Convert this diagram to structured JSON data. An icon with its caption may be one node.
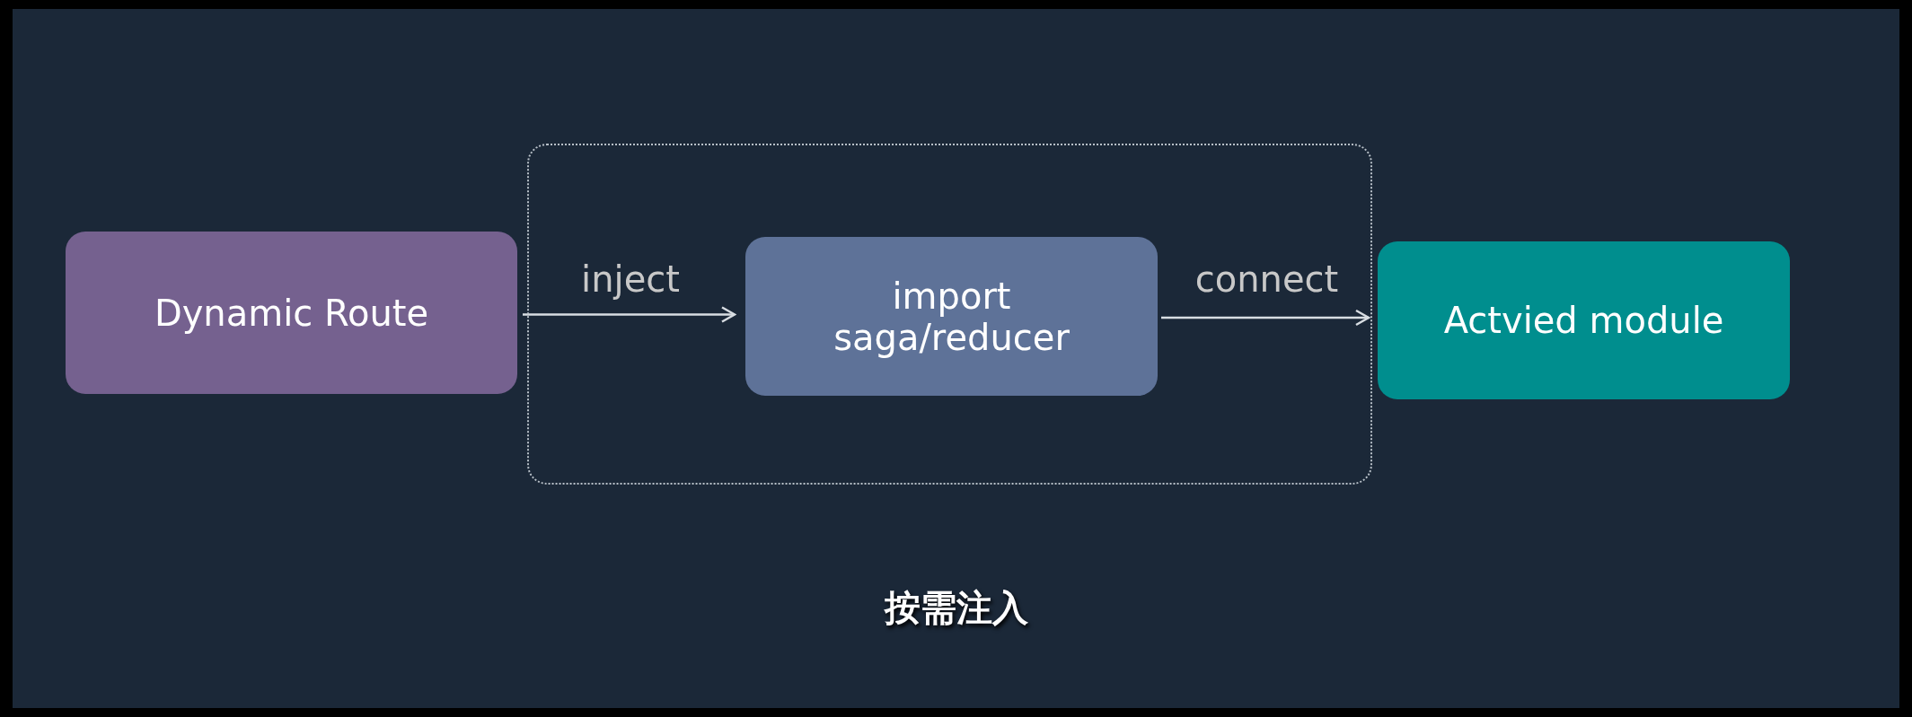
{
  "diagram": {
    "caption": "按需注入",
    "nodes": [
      {
        "text": [
          "Dynamic Route"
        ]
      },
      {
        "text": [],
        "shape": "box"
      },
      {
        "text": [
          "import saga/reducer"
        ],
        "in": 1
      },
      {
        "text": [
          "Actvied module"
        ]
      }
    ],
    "edges": [
      {
        "from": 0,
        "to": 2,
        "arrow": "to",
        "label": "inject"
      },
      {
        "from": 2,
        "to": 3,
        "arrow": "to",
        "label": "connect"
      }
    ]
  }
}
